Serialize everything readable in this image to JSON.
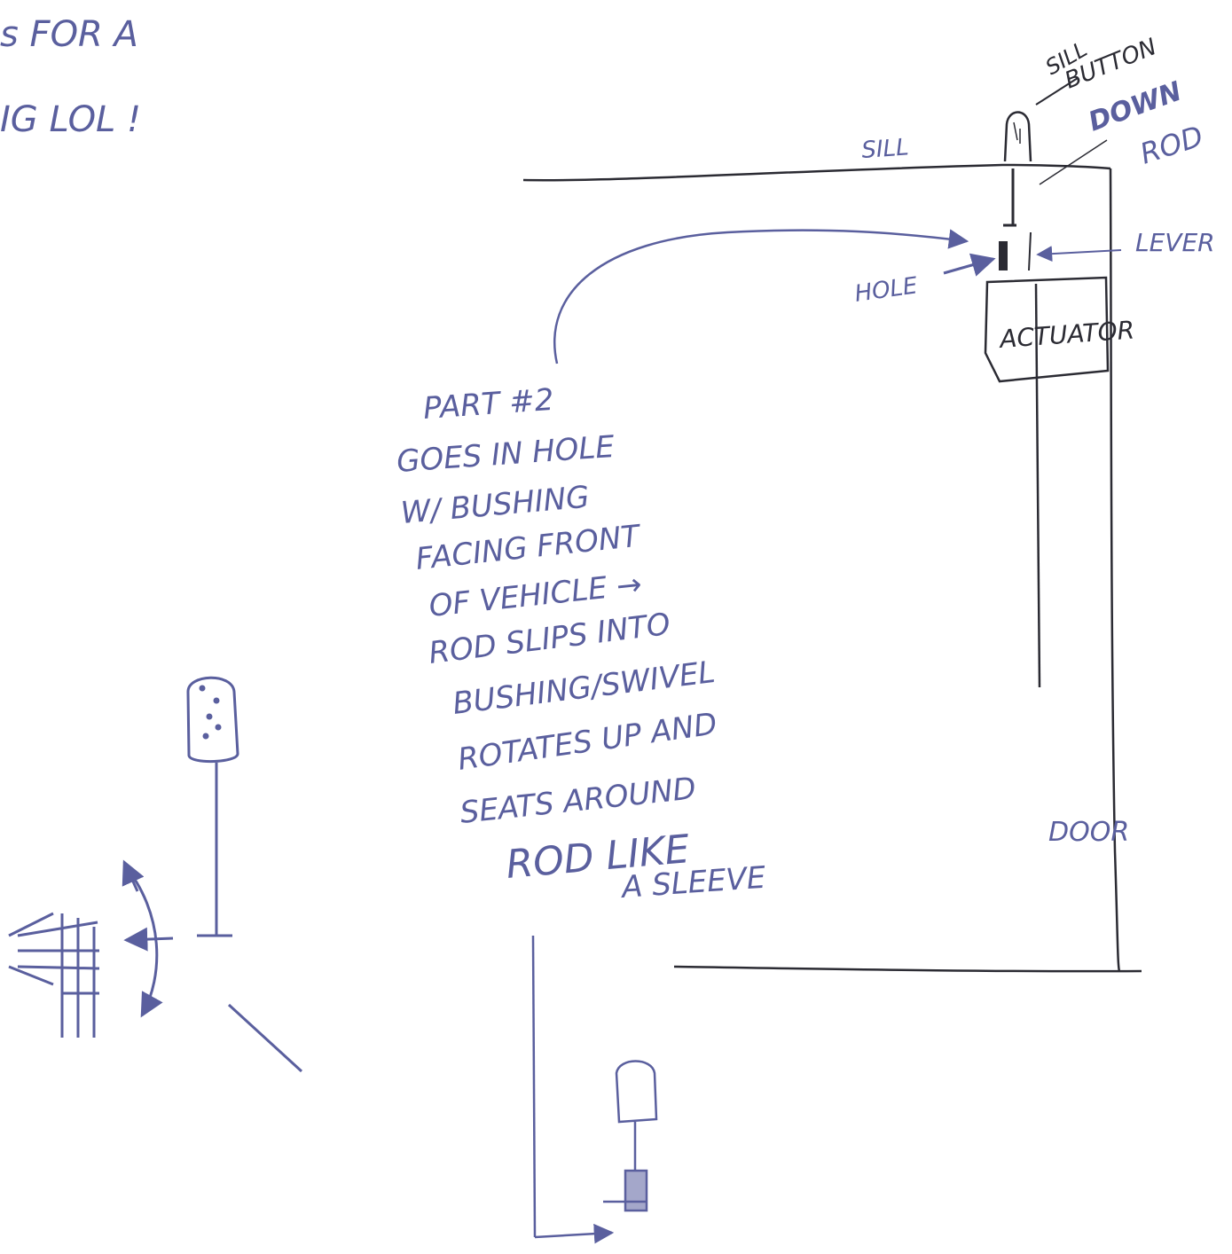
{
  "top_left_note": {
    "line1": "s FOR A",
    "line2": "IG LOL !"
  },
  "labels": {
    "sill": "SILL",
    "sill_button": "SILL",
    "sill_button_2": "BUTTON",
    "down_rod": "DOWN",
    "down_rod_2": "ROD",
    "lever": "LEVER",
    "hole": "HOLE",
    "actuator": "ACTUATOR",
    "door": "DOOR"
  },
  "instructions": {
    "lines": [
      "PART #2",
      "GOES IN HOLE",
      "W/ BUSHING",
      "FACING FRONT",
      "OF VEHICLE →",
      "ROD SLIPS INTO",
      "BUSHING/SWIVEL",
      "ROTATES UP AND",
      "SEATS AROUND",
      "ROD LIKE",
      "A SLEEVE"
    ]
  },
  "colors": {
    "pencil": "#2b2b33",
    "pen": "#5a5f9e"
  }
}
